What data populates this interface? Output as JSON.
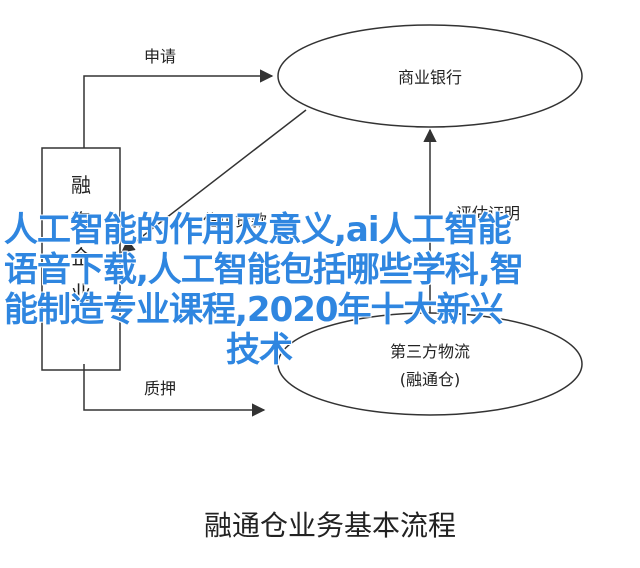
{
  "diagram": {
    "nodes": {
      "enterprise": "融资企业",
      "bank": "商业银行",
      "logistics_line1": "第三方物流",
      "logistics_line2": "(融通仓)"
    },
    "edges": {
      "apply": "申请",
      "loan": "信用贷款",
      "evaluate": "评估证明",
      "pledge": "质押"
    },
    "caption": "融通仓业务基本流程",
    "colors": {
      "line": "#333333",
      "background": "#ffffff"
    }
  },
  "overlay": {
    "line1": "人工智能的作用及意义,ai人工智能",
    "line2": "语音下载,人工智能包括哪些学科,智",
    "line3": "能制造专业课程,2020年十大新兴",
    "line4": "技术",
    "color": "#2f86e0"
  }
}
